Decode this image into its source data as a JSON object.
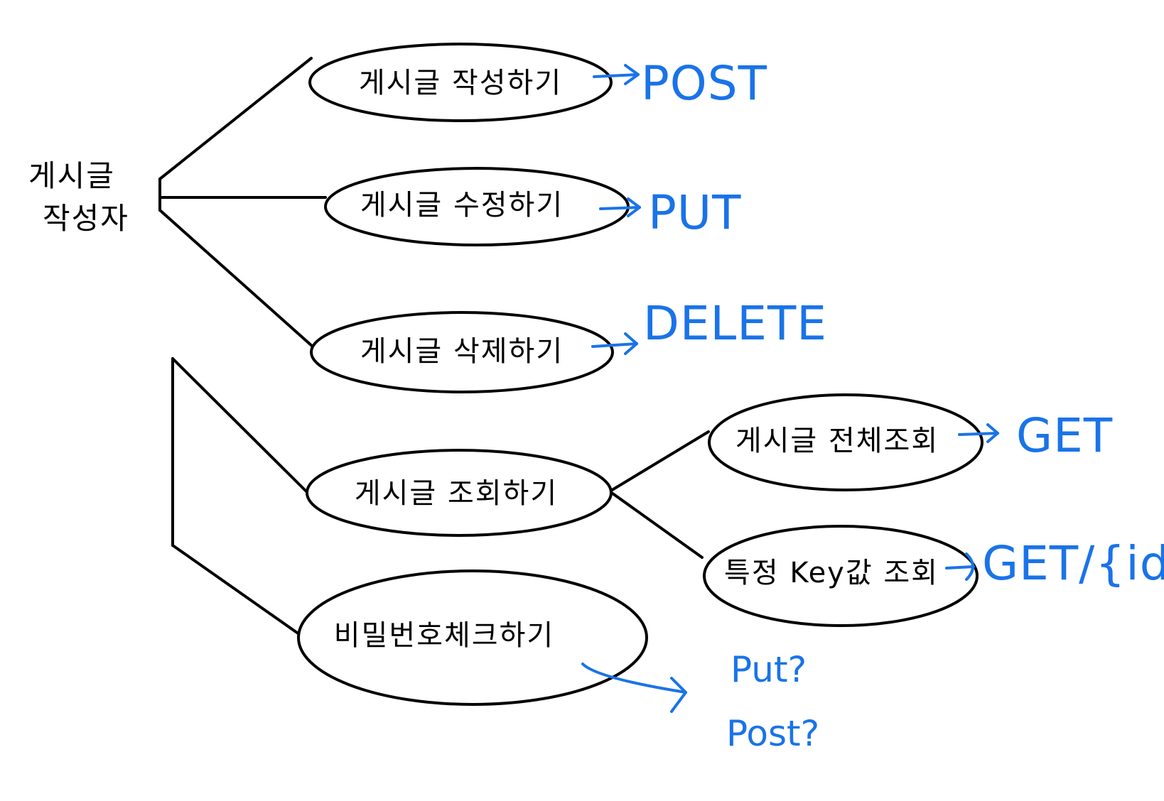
{
  "diagram": {
    "actor": {
      "line1": "게시글",
      "line2": "작성자"
    },
    "use_cases": {
      "create": "게시글 작성하기",
      "update": "게시글 수정하기",
      "delete": "게시글 삭제하기",
      "read": "게시글 조회하기",
      "read_all": "게시글 전체조회",
      "read_by_key": "특정 Key값 조회",
      "check_password": "비밀번호체크하기"
    },
    "methods": {
      "create": "POST",
      "update": "PUT",
      "delete": "DELETE",
      "read_all": "GET",
      "read_by_key": "GET/{id}",
      "check_password_1": "Put?",
      "check_password_2": "Post?"
    },
    "colors": {
      "ink": "#000000",
      "annotation": "#1a73e8"
    }
  }
}
